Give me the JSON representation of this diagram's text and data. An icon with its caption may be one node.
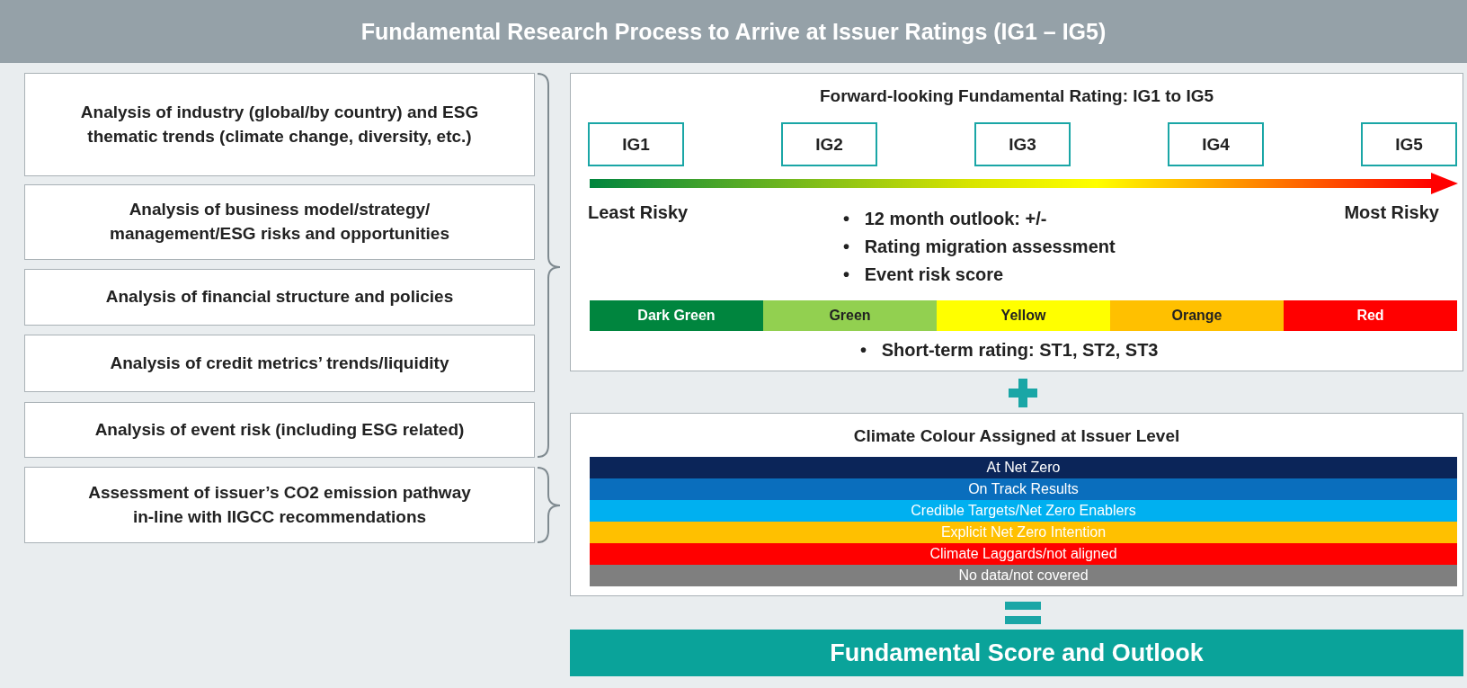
{
  "diagram": {
    "title": "Fundamental Research Process to Arrive at Issuer Ratings (IG1 – IG5)",
    "nodes": [
      {
        "text": [
          "Analysis of industry (global/by country) and ESG thematic trends (climate change, diversity, etc.)"
        ]
      },
      {
        "text": [
          "Analysis of business model/strategy/ management/ESG risks and opportunities"
        ]
      },
      {
        "text": [
          "Analysis of financial structure and policies"
        ]
      },
      {
        "text": [
          "Analysis of credit metrics’ trends/liquidity"
        ]
      },
      {
        "text": [
          "Analysis of event risk (including ESG related)"
        ]
      },
      {
        "text": [
          "Assessment of issuer’s CO2 emission pathway in-line with IIGCC recommendations"
        ]
      },
      {
        "text": [
          "Forward-looking Fundamental Rating: IG1 to IG5"
        ]
      },
      {
        "text": [
          "IG1"
        ],
        "in": 6
      },
      {
        "text": [
          "IG2"
        ],
        "in": 6
      },
      {
        "text": [
          "IG3"
        ],
        "in": 6
      },
      {
        "text": [
          "IG4"
        ],
        "in": 6
      },
      {
        "text": [
          "IG5"
        ],
        "in": 6
      },
      {
        "text": [
          "Dark Green"
        ],
        "in": 6
      },
      {
        "text": [
          "Green"
        ],
        "in": 6
      },
      {
        "text": [
          "Yellow"
        ],
        "in": 6
      },
      {
        "text": [
          "Orange"
        ],
        "in": 6
      },
      {
        "text": [
          "Red"
        ],
        "in": 6
      },
      {
        "text": [
          "Climate Colour Assigned at Issuer Level"
        ]
      },
      {
        "text": [
          "At Net Zero"
        ],
        "in": 17
      },
      {
        "text": [
          "On Track Results"
        ],
        "in": 17
      },
      {
        "text": [
          "Credible Targets/Net Zero Enablers"
        ],
        "in": 17
      },
      {
        "text": [
          "Explicit Net Zero Intention"
        ],
        "in": 17
      },
      {
        "text": [
          "Climate Laggards/not aligned"
        ],
        "in": 17
      },
      {
        "text": [
          "No data/not covered"
        ],
        "in": 17
      },
      {
        "text": [
          "Fundamental Score and Outlook"
        ]
      }
    ],
    "edges": [],
    "labels": [
      "Least Risky",
      "Most Risky",
      "•   12 month outlook: +/-",
      "•   Rating migration assessment",
      "•   Event risk score",
      "•   Short-term rating: ST1, ST2, ST3"
    ]
  }
}
